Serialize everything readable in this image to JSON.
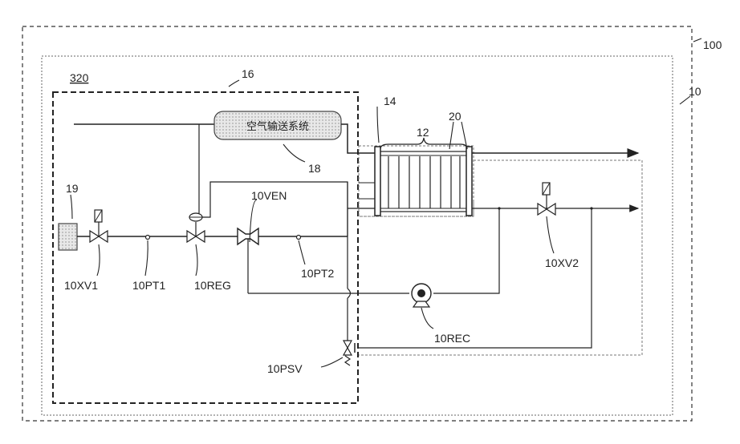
{
  "labels": {
    "system": "100",
    "module": "10",
    "subsystem": "320",
    "fuel_box": "16",
    "stack": "14",
    "cells": "12",
    "plates": "20",
    "air_supply_ref": "18",
    "air_supply": "空气输送系统",
    "tank": "19",
    "xv1": "10XV1",
    "pt1": "10PT1",
    "reg": "10REG",
    "ven": "10VEN",
    "pt2": "10PT2",
    "rec": "10REC",
    "xv2": "10XV2",
    "psv": "10PSV"
  },
  "colors": {
    "line": "#222222",
    "boundary": "#333333",
    "fill": "#e6e6e6"
  }
}
